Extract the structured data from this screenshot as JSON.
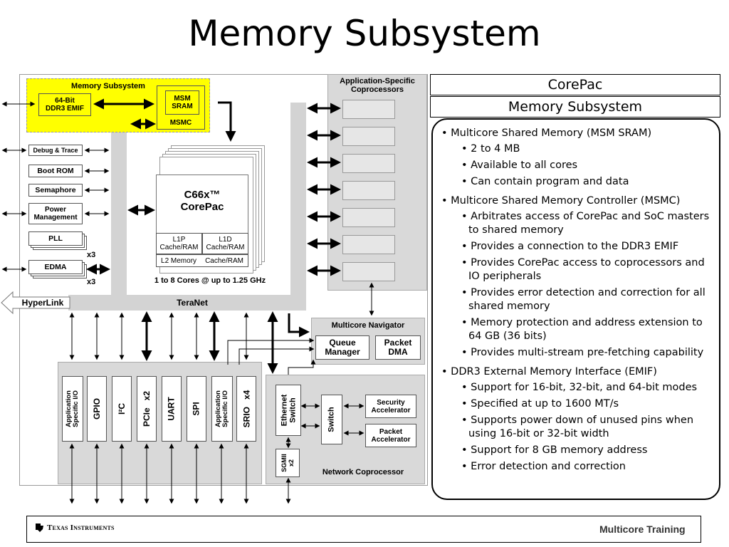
{
  "title": "Memory Subsystem",
  "diagram": {
    "memory_subsystem_label": "Memory Subsystem",
    "emif_label": "64-Bit\nDDR3 EMIF",
    "msm_sram_label": "MSM\nSRAM",
    "msmc_label": "MSMC",
    "debug_trace_label": "Debug & Trace",
    "boot_rom_label": "Boot ROM",
    "semaphore_label": "Semaphore",
    "power_mgmt_label": "Power\nManagement",
    "pll_label": "PLL",
    "pll_count": "x3",
    "edma_label": "EDMA",
    "edma_count": "x3",
    "corepac_title": "C66x™\nCorePac",
    "l1p_label": "L1P\nCache/RAM",
    "l1d_label": "L1D\nCache/RAM",
    "l2_label": "L2 Memory",
    "l2_cache_label": "Cache/RAM",
    "cores_label": "1 to 8 Cores @ up to 1.25 GHz",
    "coprocessors_label": "Application-Specific\nCoprocessors",
    "hyperlink_label": "HyperLink",
    "teranet_label": "TeraNet",
    "navigator_label": "Multicore Navigator",
    "queue_manager_label": "Queue\nManager",
    "packet_dma_label": "Packet\nDMA",
    "peripherals": [
      {
        "label": "Application\nSpecific I/O",
        "small": true
      },
      {
        "label": "GPIO",
        "small": false
      },
      {
        "label": "I²C",
        "small": false
      },
      {
        "label": "PCIe   x2",
        "small": false
      },
      {
        "label": "UART",
        "small": false
      },
      {
        "label": "SPI",
        "small": false
      },
      {
        "label": "Application\nSpecific I/O",
        "small": true
      },
      {
        "label": "SRIO   x4",
        "small": false
      }
    ],
    "ethernet_switch_label": "Ethernet\nSwitch",
    "switch_label": "Switch",
    "sgmii_label": "SGMII\nx2",
    "security_accel_label": "Security\nAccelerator",
    "packet_accel_label": "Packet\nAccelerator",
    "network_coprocessor_label": "Network Coprocessor",
    "highlight_color": "#ffff00"
  },
  "panel": {
    "header_corepac": "CorePac",
    "header_memory": "Memory Subsystem",
    "bullets": [
      {
        "text": "Multicore Shared Memory (MSM SRAM)",
        "sub": [
          "2 to 4 MB",
          "Available to all cores",
          "Can contain program and data"
        ]
      },
      {
        "text": "Multicore Shared Memory Controller (MSMC)",
        "sub": [
          "Arbitrates access of CorePac and SoC masters to shared memory",
          "Provides a connection to the DDR3 EMIF",
          "Provides CorePac access to coprocessors and IO peripherals",
          "Provides error detection and correction for all shared memory",
          "Memory protection and address extension to 64 GB (36 bits)",
          "Provides multi-stream pre-fetching capability"
        ]
      },
      {
        "text": "DDR3 External Memory Interface (EMIF)",
        "sub": [
          "Support for 16-bit, 32-bit, and 64-bit modes",
          "Specified at up to 1600 MT/s",
          "Supports power down of unused pins when using 16-bit or 32-bit width",
          "Support for 8 GB memory address",
          "Error detection and correction"
        ]
      }
    ]
  },
  "footer": {
    "logo_text": "Texas Instruments",
    "right_text": "Multicore Training"
  }
}
